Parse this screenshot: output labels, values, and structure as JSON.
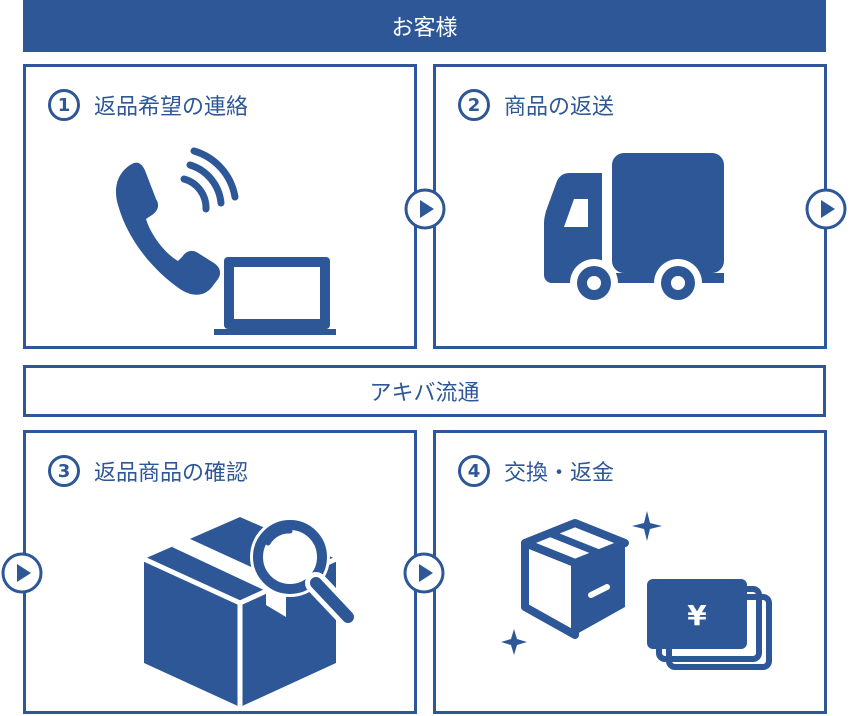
{
  "header": {
    "customer_label": "お客様",
    "company_label": "アキバ流通"
  },
  "steps": [
    {
      "number": "1",
      "title": "返品希望の連絡",
      "icon": "phone-laptop-icon"
    },
    {
      "number": "2",
      "title": "商品の返送",
      "icon": "truck-icon"
    },
    {
      "number": "3",
      "title": "返品商品の確認",
      "icon": "box-magnifier-icon"
    },
    {
      "number": "4",
      "title": "交換・返金",
      "icon": "box-yen-icon"
    }
  ],
  "yen_symbol": "¥",
  "colors": {
    "primary": "#2d5797",
    "background": "#ffffff"
  }
}
